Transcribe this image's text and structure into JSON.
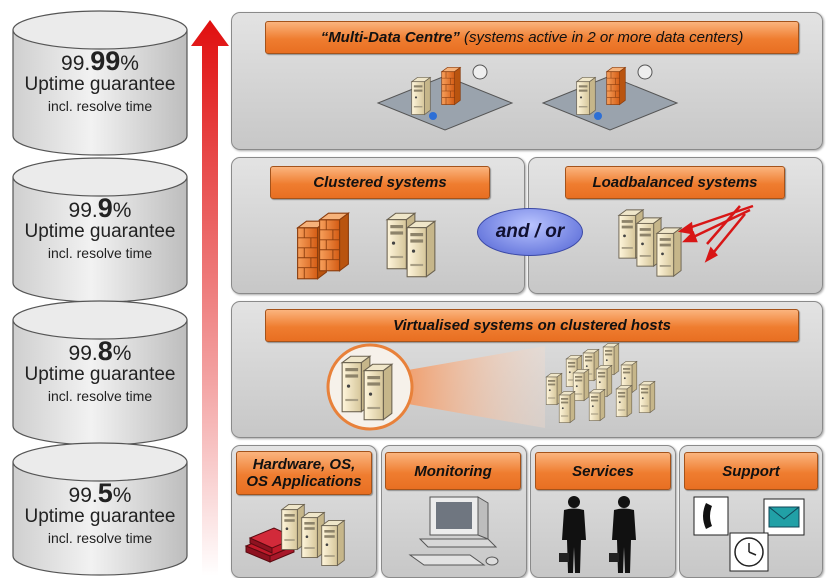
{
  "tiers": [
    {
      "prefix": "99.",
      "bold": "99",
      "suffix": "%",
      "label": "Uptime guarantee",
      "sub": "incl. resolve time"
    },
    {
      "prefix": "99.",
      "bold": "9",
      "suffix": "%",
      "label": "Uptime guarantee",
      "sub": "incl. resolve time"
    },
    {
      "prefix": "99.",
      "bold": "8",
      "suffix": "%",
      "label": "Uptime guarantee",
      "sub": "incl. resolve time"
    },
    {
      "prefix": "99.",
      "bold": "5",
      "suffix": "%",
      "label": "Uptime guarantee",
      "sub": "incl. resolve time"
    }
  ],
  "multi_dc": {
    "title": "“Multi-Data Centre”",
    "note": "(systems active in 2 or more data centers)"
  },
  "clustered": {
    "title": "Clustered systems"
  },
  "connector": "and / or",
  "loadbalanced": {
    "title": "Loadbalanced systems"
  },
  "virtualised": {
    "title": "Virtualised systems on clustered hosts"
  },
  "hardware": {
    "line1": "Hardware, OS,",
    "line2": "OS Applications"
  },
  "monitoring": {
    "title": "Monitoring"
  },
  "services": {
    "title": "Services"
  },
  "support": {
    "title": "Support"
  },
  "colors": {
    "accent": "#ef7d30",
    "arrow": "#e01515",
    "oval": "#6f7fe0",
    "panel": "#d5d5d5"
  }
}
